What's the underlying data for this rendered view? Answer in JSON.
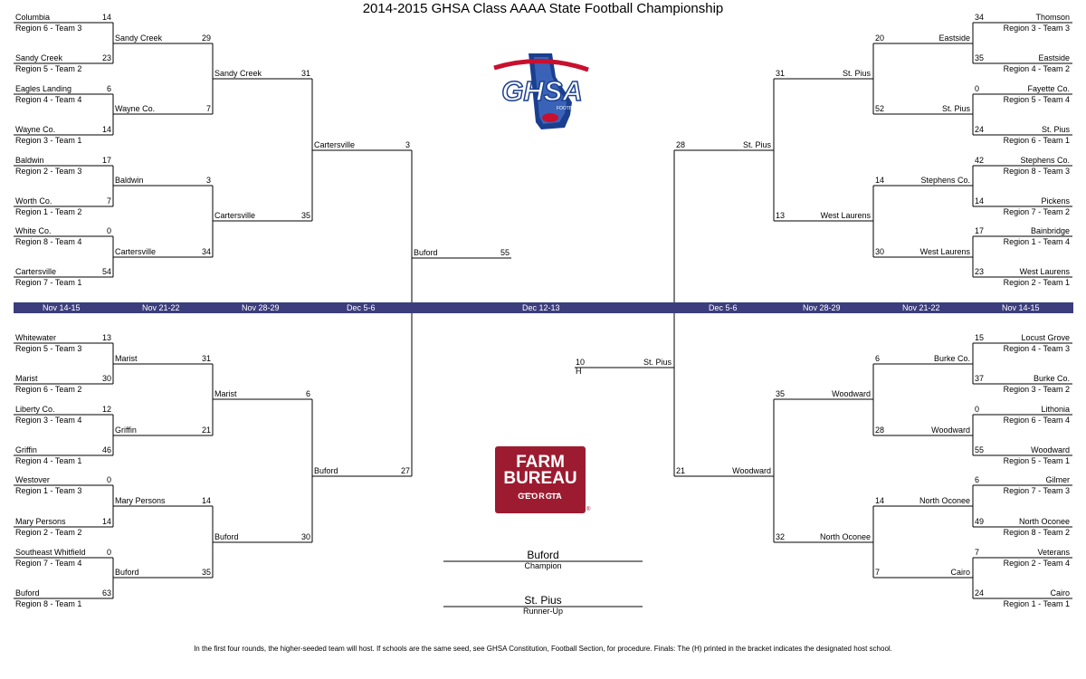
{
  "title": "2014-2015 GHSA Class AAAA State Football Championship",
  "logos": {
    "ghsa": {
      "text": "GHSA",
      "subtext": "FOOTBALL"
    },
    "sponsor": {
      "line1": "FARM",
      "line2": "BUREAU",
      "line3": "GEORGIA",
      "mark": "®"
    }
  },
  "colors": {
    "date_band": "#3c3d7c",
    "sponsor": "#9c1b30",
    "ghsa_blue": "#1b3f8f",
    "ghsa_red": "#c8102e"
  },
  "dates": {
    "left": [
      "Nov 14-15",
      "Nov 21-22",
      "Nov 28-29",
      "Dec 5-6"
    ],
    "center": "Dec 12-13",
    "right": [
      "Dec 5-6",
      "Nov 28-29",
      "Nov 21-22",
      "Nov 14-15"
    ]
  },
  "round1": {
    "left_top": [
      {
        "team": "Columbia",
        "seed": "Region 6 - Team 3",
        "score": "14"
      },
      {
        "team": "Sandy Creek",
        "seed": "Region 5 - Team 2",
        "score": "23"
      },
      {
        "team": "Eagles Landing",
        "seed": "Region 4 - Team 4",
        "score": "6"
      },
      {
        "team": "Wayne Co.",
        "seed": "Region 3 - Team 1",
        "score": "14"
      },
      {
        "team": "Baldwin",
        "seed": "Region 2 - Team 3",
        "score": "17"
      },
      {
        "team": "Worth Co.",
        "seed": "Region 1 - Team 2",
        "score": "7"
      },
      {
        "team": "White Co.",
        "seed": "Region 8 - Team 4",
        "score": "0"
      },
      {
        "team": "Cartersville",
        "seed": "Region 7 - Team 1",
        "score": "54"
      }
    ],
    "left_bottom": [
      {
        "team": "Whitewater",
        "seed": "Region 5 - Team 3",
        "score": "13"
      },
      {
        "team": "Marist",
        "seed": "Region 6 - Team 2",
        "score": "30"
      },
      {
        "team": "Liberty Co.",
        "seed": "Region 3 - Team 4",
        "score": "12"
      },
      {
        "team": "Griffin",
        "seed": "Region 4 - Team 1",
        "score": "46"
      },
      {
        "team": "Westover",
        "seed": "Region 1 - Team 3",
        "score": "0"
      },
      {
        "team": "Mary Persons",
        "seed": "Region 2 - Team 2",
        "score": "14"
      },
      {
        "team": "Southeast Whitfield",
        "seed": "Region 7 - Team 4",
        "score": "0"
      },
      {
        "team": "Buford",
        "seed": "Region 8 - Team 1",
        "score": "63"
      }
    ],
    "right_top": [
      {
        "team": "Thomson",
        "seed": "Region 3 - Team 3",
        "score": "34"
      },
      {
        "team": "Eastside",
        "seed": "Region 4 - Team 2",
        "score": "35"
      },
      {
        "team": "Fayette Co.",
        "seed": "Region 5 - Team 4",
        "score": "0"
      },
      {
        "team": "St. Pius",
        "seed": "Region 6 - Team 1",
        "score": "24"
      },
      {
        "team": "Stephens Co.",
        "seed": "Region 8 - Team 3",
        "score": "42"
      },
      {
        "team": "Pickens",
        "seed": "Region 7 - Team 2",
        "score": "14"
      },
      {
        "team": "Bainbridge",
        "seed": "Region 1 - Team 4",
        "score": "17"
      },
      {
        "team": "West Laurens",
        "seed": "Region 2 - Team 1",
        "score": "23"
      }
    ],
    "right_bottom": [
      {
        "team": "Locust Grove",
        "seed": "Region 4 - Team 3",
        "score": "15"
      },
      {
        "team": "Burke Co.",
        "seed": "Region 3 - Team 2",
        "score": "37"
      },
      {
        "team": "Lithonia",
        "seed": "Region 6 - Team 4",
        "score": "0"
      },
      {
        "team": "Woodward",
        "seed": "Region 5 - Team 1",
        "score": "55"
      },
      {
        "team": "Gilmer",
        "seed": "Region 7 - Team 3",
        "score": "6"
      },
      {
        "team": "North Oconee",
        "seed": "Region 8 - Team 2",
        "score": "49"
      },
      {
        "team": "Veterans",
        "seed": "Region 2 - Team 4",
        "score": "7"
      },
      {
        "team": "Cairo",
        "seed": "Region 1 - Team 1",
        "score": "24"
      }
    ]
  },
  "round2": {
    "left_top": [
      {
        "team": "Sandy Creek",
        "score": "29"
      },
      {
        "team": "Wayne Co.",
        "score": "7"
      },
      {
        "team": "Baldwin",
        "score": "3"
      },
      {
        "team": "Cartersville",
        "score": "34"
      }
    ],
    "left_bottom": [
      {
        "team": "Marist",
        "score": "31"
      },
      {
        "team": "Griffin",
        "score": "21"
      },
      {
        "team": "Mary Persons",
        "score": "14"
      },
      {
        "team": "Buford",
        "score": "35"
      }
    ],
    "right_top": [
      {
        "team": "Eastside",
        "score": "20"
      },
      {
        "team": "St. Pius",
        "score": "52"
      },
      {
        "team": "Stephens Co.",
        "score": "14"
      },
      {
        "team": "West Laurens",
        "score": "30"
      }
    ],
    "right_bottom": [
      {
        "team": "Burke Co.",
        "score": "6"
      },
      {
        "team": "Woodward",
        "score": "28"
      },
      {
        "team": "North Oconee",
        "score": "14"
      },
      {
        "team": "Cairo",
        "score": "7"
      }
    ]
  },
  "quarterfinals": {
    "left_top": [
      {
        "team": "Sandy Creek",
        "score": "31"
      },
      {
        "team": "Cartersville",
        "score": "35"
      }
    ],
    "left_bottom": [
      {
        "team": "Marist",
        "score": "6"
      },
      {
        "team": "Buford",
        "score": "30"
      }
    ],
    "right_top": [
      {
        "team": "St. Pius",
        "score": "31"
      },
      {
        "team": "West Laurens",
        "score": "13"
      }
    ],
    "right_bottom": [
      {
        "team": "Woodward",
        "score": "35"
      },
      {
        "team": "North Oconee",
        "score": "32"
      }
    ]
  },
  "semifinals": {
    "left": [
      {
        "team": "Cartersville",
        "score": "3"
      },
      {
        "team": "Buford",
        "score": "27"
      }
    ],
    "right": [
      {
        "team": "St. Pius",
        "score": "28"
      },
      {
        "team": "Woodward",
        "score": "21"
      }
    ]
  },
  "finals": {
    "left": {
      "team": "Buford",
      "score": "55"
    },
    "right": {
      "team": "St. Pius",
      "score": "10",
      "host": "H"
    }
  },
  "champion": {
    "team": "Buford",
    "label": "Champion"
  },
  "runner_up": {
    "team": "St. Pius",
    "label": "Runner-Up"
  },
  "footnote": "In the first four rounds, the higher-seeded team will host.  If schools are the same seed, see GHSA Constitution, Football Section, for procedure.  Finals: The (H) printed in the bracket indicates the designated host school."
}
